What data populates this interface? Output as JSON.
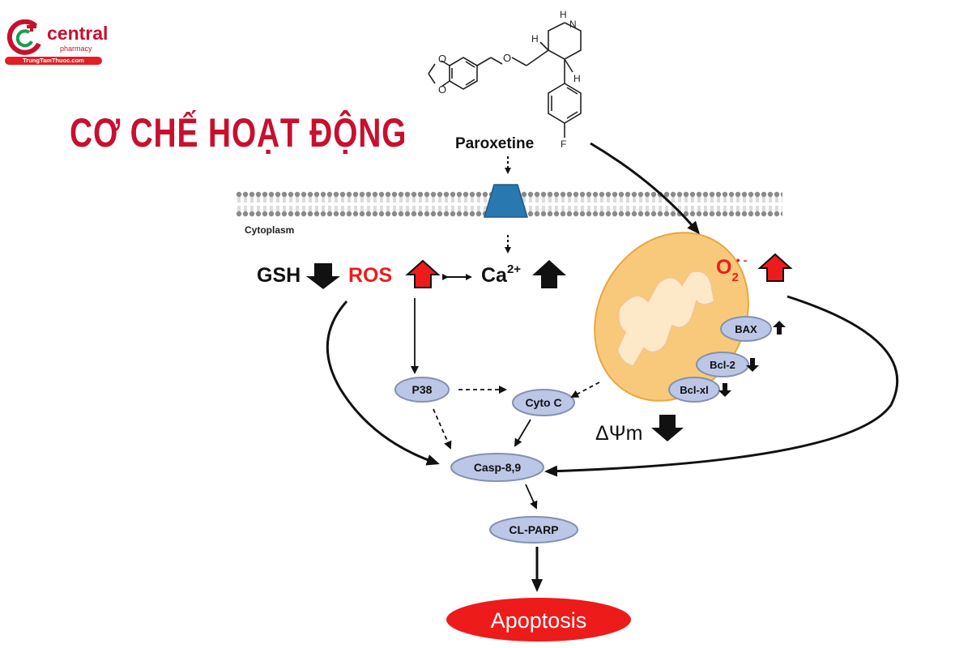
{
  "brand": {
    "name": "central",
    "sub": "pharmacy",
    "site": "TrungTamThuoc.com",
    "colors": {
      "red": "#c8102e",
      "green": "#1a9b4b"
    }
  },
  "title": "CƠ CHẾ HOẠT ĐỘNG",
  "molecule": {
    "name": "Paroxetine",
    "atoms": {
      "nh": "N",
      "h_nh": "H",
      "h1": "H",
      "h2": "H",
      "o_ether": "O",
      "o1": "O",
      "o2": "O",
      "f": "F"
    }
  },
  "labels": {
    "cytoplasm": "Cytoplasm",
    "gsh": "GSH",
    "ros": "ROS",
    "ca": "Ca",
    "ca_sup": "2+",
    "o2": "O",
    "o2_sub": "2",
    "o2_sup": "• -",
    "dpsi": "ΔΨm"
  },
  "nodes": {
    "p38": "P38",
    "cytoc": "Cyto C",
    "casp": "Casp-8,9",
    "clparp": "CL-PARP",
    "apoptosis": "Apoptosis",
    "bax": "BAX",
    "bcl2": "Bcl-2",
    "bclxl": "Bcl-xl"
  },
  "colors": {
    "node_fill": "#bcc6e6",
    "node_stroke": "#8590b0",
    "mito_fill": "#f8c97a",
    "mito_stroke": "#e8a640",
    "channel": "#2a78b0",
    "apoptosis": "#ee1b1b",
    "up_arrow": "#ee1b1b"
  }
}
